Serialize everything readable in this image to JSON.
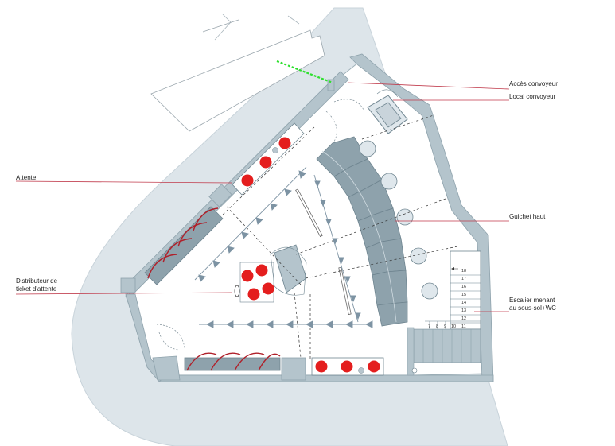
{
  "labels": {
    "acces_convoyeur": "Accès convoyeur",
    "local_convoyeur": "Local convoyeur",
    "attente": "Attente",
    "guichet_haut": "Guichet haut",
    "distributeur_line1": "Distributeur de",
    "distributeur_line2": "ticket d'attente",
    "escalier_line1": "Escalier menant",
    "escalier_line2": "au sous-sol+WC"
  },
  "stair_numbers": {
    "vertical": [
      "18",
      "17",
      "16",
      "15",
      "14",
      "13",
      "12",
      "11"
    ],
    "horizontal": [
      "7",
      "8",
      "9",
      "10"
    ]
  },
  "colors": {
    "street": "#dde5ea",
    "wall": "#b4c4cc",
    "counter": "#8ea2ac",
    "seat": "#e41e1e",
    "leader": "#c0394a",
    "flow_arrow": "#7d93a3",
    "convoyeur_path": "#2ee02e"
  }
}
